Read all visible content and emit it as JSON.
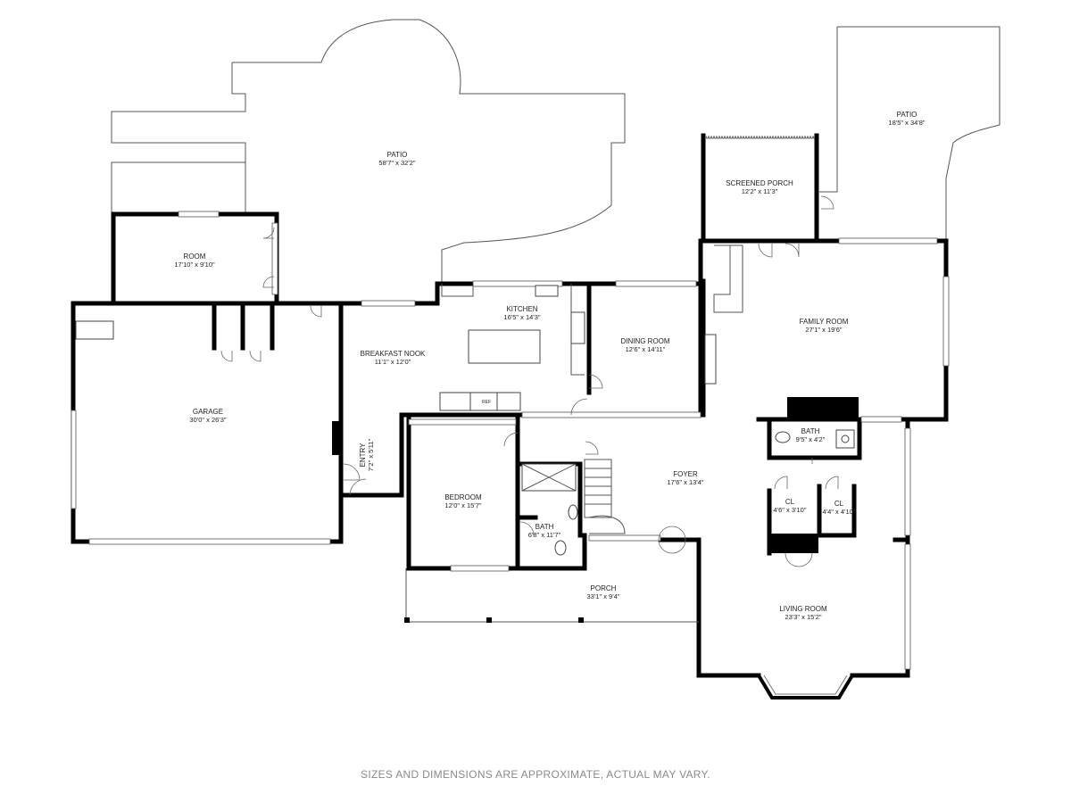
{
  "rooms": {
    "patio_main": {
      "name": "PATIO",
      "dims": "58'7\" x 32'2\""
    },
    "patio_right": {
      "name": "PATIO",
      "dims": "18'5\" x 34'8\""
    },
    "screened_porch": {
      "name": "SCREENED PORCH",
      "dims": "12'2\" x 11'3\""
    },
    "room": {
      "name": "ROOM",
      "dims": "17'10\" x 9'10\""
    },
    "kitchen": {
      "name": "KITCHEN",
      "dims": "16'5\" x 14'3\""
    },
    "breakfast_nook": {
      "name": "BREAKFAST NOOK",
      "dims": "11'1\" x 12'0\""
    },
    "dining_room": {
      "name": "DINING ROOM",
      "dims": "12'6\" x 14'11\""
    },
    "family_room": {
      "name": "FAMILY ROOM",
      "dims": "27'1\" x 19'6\""
    },
    "garage": {
      "name": "GARAGE",
      "dims": "30'0\" x 26'3\""
    },
    "entry": {
      "name": "ENTRY",
      "dims": "7'2\" x 5'11\""
    },
    "bedroom": {
      "name": "BEDROOM",
      "dims": "12'0\" x 15'7\""
    },
    "bath_small": {
      "name": "BATH",
      "dims": "6'8\" x 11'7\""
    },
    "foyer": {
      "name": "FOYER",
      "dims": "17'6\" x 13'4\""
    },
    "bath_family": {
      "name": "BATH",
      "dims": "9'5\" x 4'2\""
    },
    "closet_1": {
      "name": "CL",
      "dims": "4'6\" x 3'10\""
    },
    "closet_2": {
      "name": "CL",
      "dims": "4'4\" x 4'10\""
    },
    "porch": {
      "name": "PORCH",
      "dims": "33'1\" x 9'4\""
    },
    "living_room": {
      "name": "LIVING ROOM",
      "dims": "23'3\" x 15'2\""
    }
  },
  "appliance_label": "REF",
  "disclaimer": "SIZES AND DIMENSIONS ARE APPROXIMATE, ACTUAL MAY VARY."
}
